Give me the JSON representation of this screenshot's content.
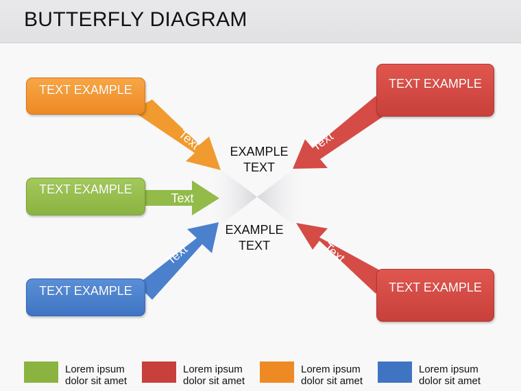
{
  "title": "BUTTERFLY DIAGRAM",
  "boxes": {
    "top_left": "TEXT EXAMPLE",
    "mid_left": "TEXT EXAMPLE",
    "bottom_left": "TEXT EXAMPLE",
    "top_right": "TEXT EXAMPLE",
    "bottom_right": "TEXT EXAMPLE"
  },
  "arrows": {
    "top_left": "Text",
    "mid_left": "Text",
    "bottom_left": "Text",
    "top_right": "Text",
    "bottom_right": "Text"
  },
  "center": {
    "top_line1": "EXAMPLE",
    "top_line2": "TEXT",
    "bottom_line1": "EXAMPLE",
    "bottom_line2": "TEXT"
  },
  "legend": [
    {
      "line1": "Lorem ipsum",
      "line2": "dolor sit amet",
      "color": "#8bb340"
    },
    {
      "line1": "Lorem ipsum",
      "line2": "dolor sit amet",
      "color": "#c8403b"
    },
    {
      "line1": "Lorem ipsum",
      "line2": "dolor sit amet",
      "color": "#ee8a24"
    },
    {
      "line1": "Lorem ipsum",
      "line2": "dolor sit amet",
      "color": "#3f74c3"
    }
  ]
}
